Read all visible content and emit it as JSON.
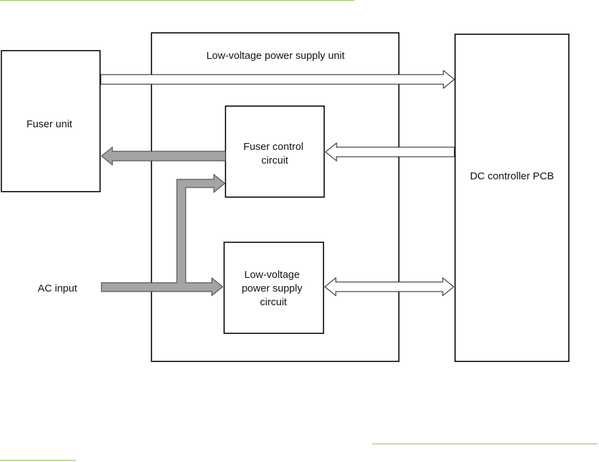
{
  "diagram": {
    "blocks": {
      "fuser_unit": "Fuser unit",
      "lvps_unit": "Low-voltage power supply unit",
      "fuser_control": [
        "Fuser control",
        "circuit"
      ],
      "lvps_circuit": [
        "Low-voltage",
        "power supply",
        "circuit"
      ],
      "dc_controller": "DC controller PCB"
    },
    "inputs": {
      "ac_input": "AC input"
    }
  },
  "colors": {
    "divider_line": "#8cc63f",
    "filled_arrow": "#a4a4a4",
    "outline": "#000000"
  }
}
